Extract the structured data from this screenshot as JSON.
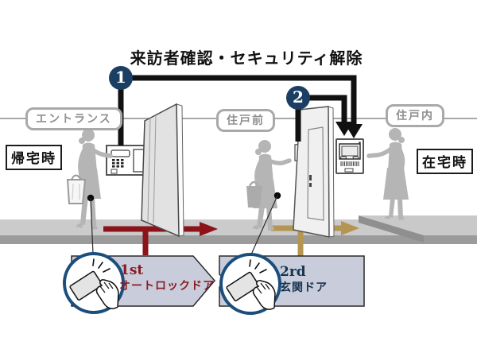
{
  "diagram": {
    "title": "来訪者確認・セキュリティ解除",
    "step1": "1",
    "step2": "2",
    "zone_entrance": "エントランス",
    "zone_front": "住戸前",
    "zone_inside": "住戸内",
    "mode_returning": "帰宅時",
    "mode_at_home": "在宅時",
    "door1_ordinal": "1st",
    "door1_name": "オートロックドア",
    "door2_ordinal": "2rd",
    "door2_name": "玄関ドア"
  },
  "icons": {
    "step_badges": "numbered-navy-circle",
    "key_tap": "hand-tapping-keycard-icon",
    "entrance_device": "entrance-intercom-panel",
    "unit_device": "interior-monitor-intercom",
    "doorbell": "unit-doorbell-panel"
  },
  "colors": {
    "step_badge": "#1b3e63",
    "route_entrance": "#8c1318",
    "route_unit": "#b49551",
    "connector": "#111111",
    "door_label_bg": "#c9ccdb",
    "door1_text": "#8b1b22",
    "door2_text": "#16334f",
    "silhouette": "#b5b5b5",
    "zone_label_text": "#8f8f8f",
    "keycard_ring": "#1b4e7c"
  }
}
